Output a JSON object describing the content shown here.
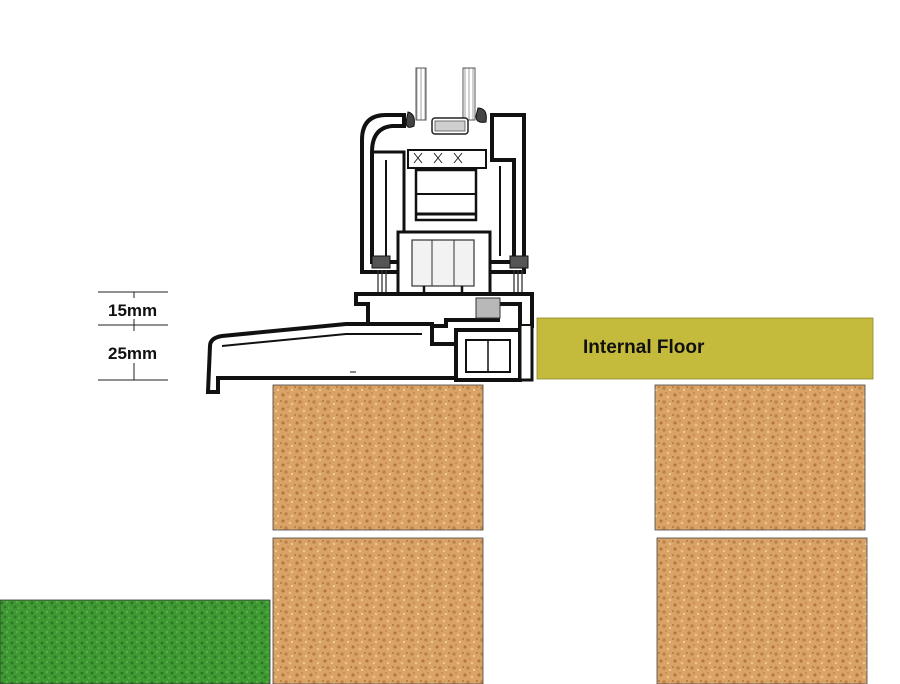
{
  "dimensions": {
    "upper": "15mm",
    "lower": "25mm"
  },
  "internal_floor": {
    "label": "Internal Floor"
  },
  "materials": {
    "brick": {
      "name": "brick",
      "color": "#d9a266",
      "speckle_color": "#a8682c"
    },
    "grass": {
      "name": "grass",
      "color": "#3f9a34",
      "speckle_color": "#2b7424"
    },
    "internal_floor": {
      "name": "internal-floor",
      "color": "#c4ba3c"
    },
    "frame_profile": {
      "name": "aluminium-profile",
      "stroke_color": "#111111"
    }
  }
}
